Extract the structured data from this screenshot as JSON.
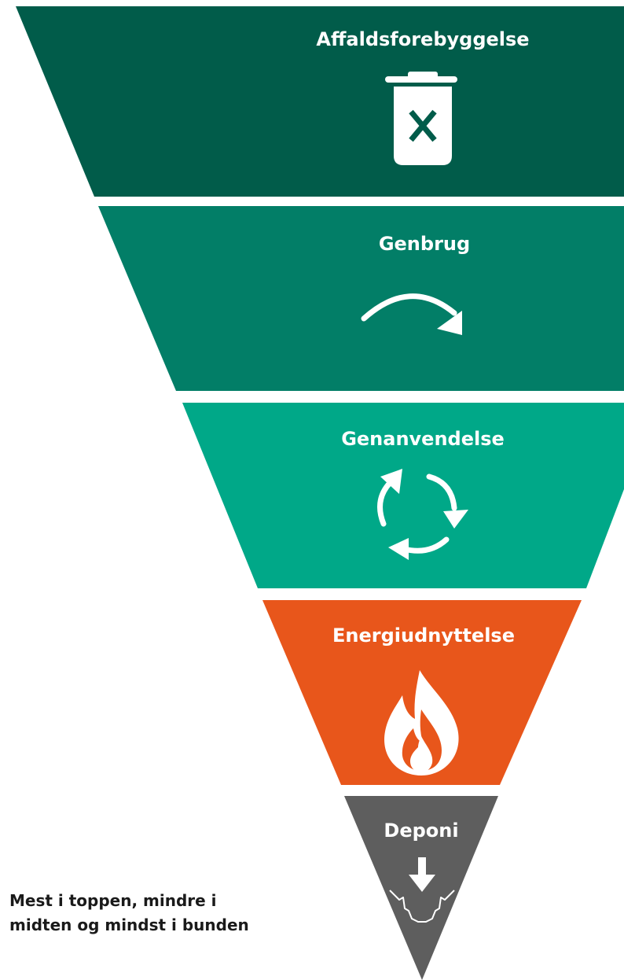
{
  "diagram": {
    "tiers": [
      {
        "label": "Affaldsforebyggelse",
        "icon": "trash-bin-x-icon",
        "color": "#015c4a"
      },
      {
        "label": "Genbrug",
        "icon": "curved-arrow-icon",
        "color": "#027e67"
      },
      {
        "label": "Genanvendelse",
        "icon": "recycle-arrows-icon",
        "color": "#00a888"
      },
      {
        "label": "Energiudnyttelse",
        "icon": "flame-icon",
        "color": "#e8561b"
      },
      {
        "label": "Deponi",
        "icon": "landfill-down-arrow-icon",
        "color": "#5e5e5e"
      }
    ]
  },
  "caption": {
    "line1": "Mest i toppen, mindre i",
    "line2": "midten og mindst i bunden"
  }
}
